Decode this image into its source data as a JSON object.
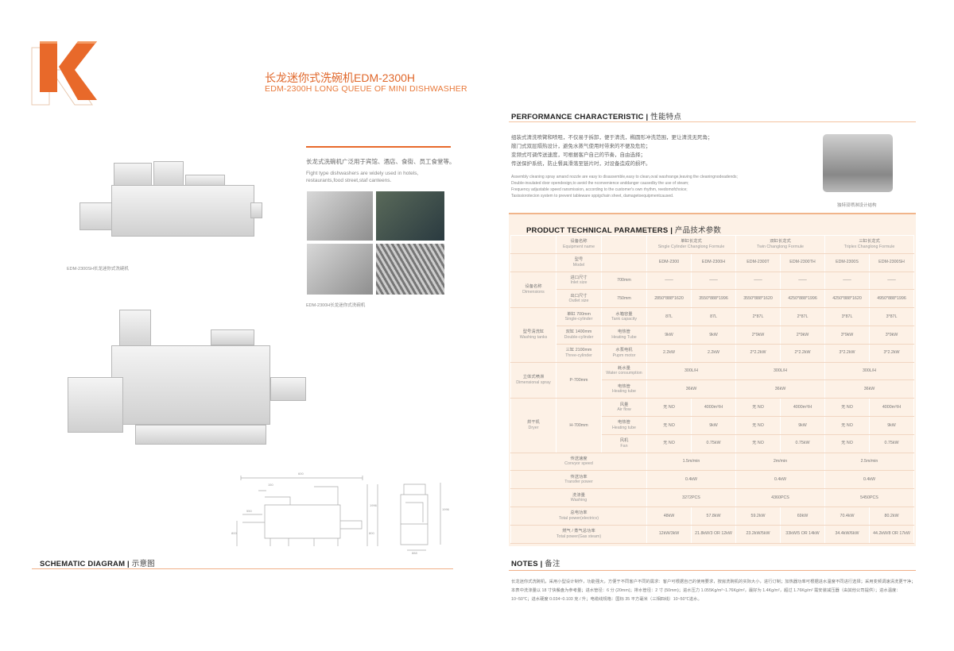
{
  "brand": {
    "logo_letter": "K",
    "accent": "#e8692a",
    "bg_table": "#fdf1e6"
  },
  "header": {
    "title_zh": "长龙迷你式洗碗机EDM-2300H",
    "title_en": "EDM-2300H LONG QUEUE OF MINI DISHWASHER"
  },
  "intro": {
    "zh": "长龙式洗碗机广泛用于宾馆、酒店、食街、员工食堂等。",
    "en": "Fight type dishwashers are widely used in hotels, restaurants,food street,staf canteens."
  },
  "captions": {
    "machine_top": "EDM-2300SH长龙迷你式洗碗机",
    "photos": "EDM-2300H长龙迷你式洗碗机",
    "inner_photo": "独特双喷淋设计结构"
  },
  "schematic": {
    "title_en": "SCHEMATIC DIAGRAM",
    "title_zh": "示意图",
    "dims": [
      "600",
      "150",
      "550",
      "1996",
      "800",
      "1996",
      "888",
      "800"
    ]
  },
  "performance": {
    "title_en": "PERFORMANCE CHARACTERISTIC",
    "title_zh": "性能特点",
    "lines_zh": [
      "组装式清洗喷臂和喷咀，不仅易于拆卸，便于清洗，椭圆形冲洗范围，更让清洗无死角；",
      "敞门式双层隔热设计，避免水蒸气使用时带来的不便及危险；",
      "变频式可调传送速度，可根据客户自己的节奏，自由选择；",
      "传送保护系统，防止餐具滑落至链片时，对设备造成的损坏。"
    ],
    "lines_en": [
      "Assembly cleaning spray amand nozzle are easy to disassemble,easy to clean,oval washrange,leaving the cleaningnodeadends;",
      "Double-insulated door opendesign,to avoid the nconvenience anddanger causedby the use of steam;",
      "Frequency adjustable speed ransmission, according to the customer's own rhythm, reedomofchoice;",
      "Tasissiorotecion system to prevent tableware sppigchain sheet, damagetoequipmentcaused."
    ]
  },
  "parameters": {
    "title_en": "PRODUCT TECHNICAL PARAMETERS",
    "title_zh": "产品技术参数",
    "rows": [
      {
        "group": {
          "zh": "",
          "en": ""
        },
        "item": {
          "zh": "设备名称",
          "en": "Equipment name"
        },
        "spec": {
          "zh": "",
          "en": ""
        },
        "values": [
          {
            "zh": "单缸长龙式",
            "en": "Single Cylinder Changlong Formule"
          },
          {
            "zh": "双缸长龙式",
            "en": "Twin Changlong Formule"
          },
          {
            "zh": "三缸长龙式",
            "en": "Triplex Changlong Formule"
          }
        ]
      },
      {
        "group": {
          "zh": "",
          "en": ""
        },
        "item": {
          "zh": "型号",
          "en": "Model"
        },
        "spec": {
          "zh": "",
          "en": ""
        },
        "values": [
          "EDM-2300",
          "EDM-2300H",
          "EDM-2300T",
          "EDM-2300TH",
          "EDM-2300S",
          "EDM-2300SH"
        ]
      },
      {
        "group": {
          "zh": "设备名称",
          "en": "Dimensions"
        },
        "item": {
          "zh": "进口尺寸",
          "en": "Inlet size"
        },
        "spec": {
          "zh": "700mm",
          "en": ""
        },
        "values": [
          "——",
          "——",
          "——",
          "——",
          "——",
          "——"
        ]
      },
      {
        "item": {
          "zh": "出口尺寸",
          "en": "Outlet size"
        },
        "spec": {
          "zh": "750mm",
          "en": ""
        },
        "values": [
          "2850*888*1620",
          "3550*888*1996",
          "3550*888*1620",
          "4250*888*1996",
          "4250*888*1620",
          "4950*888*1996"
        ]
      },
      {
        "group": {
          "zh": "型号清洗缸",
          "en": "Washing tanks"
        },
        "item": {
          "zh": "单缸 700mm",
          "en": "Single-cylinder"
        },
        "spec": {
          "zh": "水箱容量",
          "en": "Tank capacity"
        },
        "values": [
          "87L",
          "87L",
          "2*87L",
          "2*87L",
          "3*87L",
          "3*87L"
        ]
      },
      {
        "item": {
          "zh": "双缸 1400mm",
          "en": "Double-cylinder"
        },
        "spec": {
          "zh": "电热管",
          "en": "Heating Tube"
        },
        "values": [
          "9kW",
          "9kW",
          "2*9kW",
          "2*9kW",
          "3*9kW",
          "3*9kW"
        ]
      },
      {
        "item": {
          "zh": "三缸 2100mm",
          "en": "Three-cylinder"
        },
        "spec": {
          "zh": "水泵电机",
          "en": "Pupm motor"
        },
        "values": [
          "2.2kW",
          "2.2kW",
          "2*2.2kW",
          "2*2.2kW",
          "3*2.2kW",
          "3*2.2kW"
        ]
      },
      {
        "group": {
          "zh": "立体式喷淋",
          "en": "Dimensional spray"
        },
        "item": {
          "zh": "P-700mm",
          "en": ""
        },
        "spec": {
          "zh": "耗水量",
          "en": "Water consumption"
        },
        "values": [
          "300L/H",
          "300L/H",
          "300L/H"
        ]
      },
      {
        "spec": {
          "zh": "电热管",
          "en": "Heating tube"
        },
        "values": [
          "36kW",
          "36kW",
          "36kW"
        ]
      },
      {
        "group": {
          "zh": "烘干机",
          "en": "Dryer"
        },
        "item": {
          "zh": "H-700mm",
          "en": ""
        },
        "spec": {
          "zh": "风量",
          "en": "Air flow"
        },
        "values": [
          "无 NO",
          "4000m³/H",
          "无 NO",
          "4000m³/H",
          "无 NO",
          "4000m³/H"
        ]
      },
      {
        "spec": {
          "zh": "电热管",
          "en": "Heating tube"
        },
        "values": [
          "无 NO",
          "9kW",
          "无 NO",
          "9kW",
          "无 NO",
          "9kW"
        ]
      },
      {
        "spec": {
          "zh": "风机",
          "en": "Fan"
        },
        "values": [
          "无 NO",
          "0.75kW",
          "无 NO",
          "0.75kW",
          "无 NO",
          "0.75kW"
        ]
      },
      {
        "label": {
          "zh": "传送速度",
          "en": "Convyor speed"
        },
        "values": [
          "1.5m/min",
          "2m/min",
          "2.5m/min"
        ]
      },
      {
        "label": {
          "zh": "传送功率",
          "en": "Transfer power"
        },
        "values": [
          "0.4kW",
          "0.4kW",
          "0.4kW"
        ]
      },
      {
        "label": {
          "zh": "洗涤量",
          "en": "Washing"
        },
        "values": [
          "3272PCS",
          "4360PCS",
          "5450PCS"
        ]
      },
      {
        "label": {
          "zh": "总电功率",
          "en": "Total power(electricv)"
        },
        "values": [
          "48kW",
          "57.8kW",
          "59.2kW",
          "69kW",
          "70.4kW",
          "80.2kW"
        ]
      },
      {
        "label": {
          "zh": "燃气 / 蒸气总功率",
          "en": "Total power(Gas steam)"
        },
        "values": [
          "12kW/3kW",
          "21.8kW/3 OR 12kW",
          "23.2kW/5kW",
          "33kW/5 OR 14kW",
          "34.4kW/6kW",
          "44.2kW/8 OR 17kW"
        ]
      }
    ]
  },
  "notes": {
    "title_en": "NOTES",
    "title_zh": "备注",
    "text": "长龙迷你式洗碗机，采用小型设计制作，功能强大，方便于不同客户不同的需求：客户可根据自己的使用要求，按房洗碗机的实际大小，进行订制；加热器功率可根据进水温度不同进行选择；采用变频调速清洗更干净；本表中洗涤量以 18 寸快餐盘为参考量；进水管径：6 分 (20mm)；排水管径：2 寸 (50mm)；进水压力 1.055Kg/m²~1.76Kg/m²，最好为 1.4Kg/m²，超过 1.76Kg/m² 需安装减压器（由其他公司提供）；进水温度：10~50℃；进水硬度 0.034~0.103 克 / 升；电缆线规格：国标 35 平方毫米（三相四线）10~50℃进水。"
  }
}
